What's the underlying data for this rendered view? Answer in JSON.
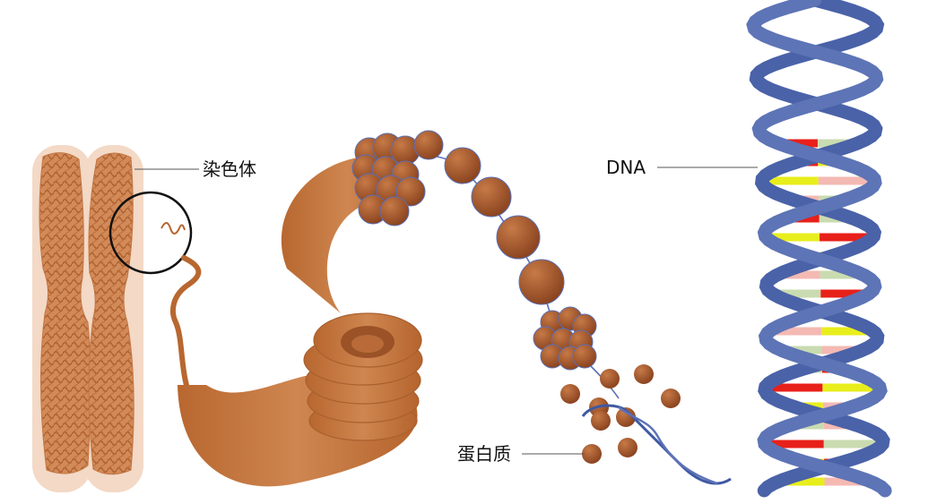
{
  "labels": {
    "chromosome": "染色体",
    "dna": "DNA",
    "protein": "蛋白质"
  },
  "colors": {
    "chromatin": "#c47a45",
    "chromatin_dark": "#a9602f",
    "chromosome_halo": "#f3d9c6",
    "bead": "#a0532a",
    "helix": "#4a62a8",
    "base_red": "#e8201a",
    "base_yellow": "#e8ee1c",
    "base_pink": "#f4b9b3",
    "base_green": "#c9dbb0"
  }
}
